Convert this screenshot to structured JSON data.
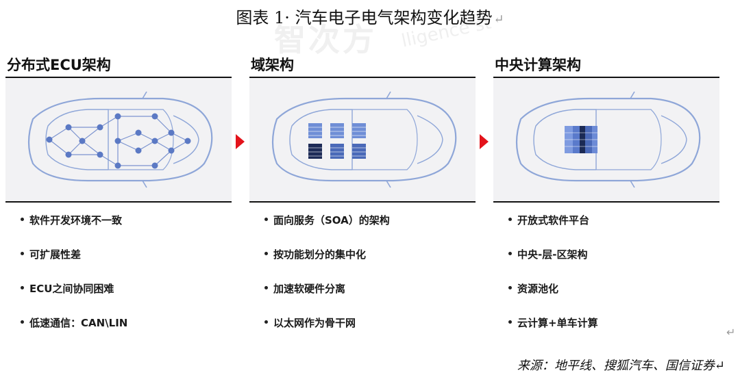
{
  "figure": {
    "title": "图表 1· 汽车电子电气架构变化趋势",
    "paragraph_mark": "↵",
    "source": "来源：地平线、搜狐汽车、国信证券↵",
    "watermark_text": "智次方",
    "watermark_text2": "lligence st"
  },
  "columns": [
    {
      "heading": "分布式ECU架构",
      "bullets": [
        "软件开发环境不一致",
        "可扩展性差",
        "ECU之间协同困难",
        "低速通信：CAN\\LIN"
      ]
    },
    {
      "heading": "域架构",
      "bullets": [
        "面向服务（SOA）的架构",
        "按功能划分的集中化",
        "加速软硬件分离",
        "以太网作为骨干网"
      ]
    },
    {
      "heading": "中央计算架构",
      "bullets": [
        "开放式软件平台",
        "中央-层-区架构",
        "资源池化",
        "云计算+单车计算"
      ]
    }
  ],
  "colors": {
    "arrow": "#e3131b",
    "car_outline": "#8ea6d8",
    "node": "#5b79c4",
    "panel_bg": "#f2f2f4"
  },
  "icons": [
    "car-outline-icon",
    "ecu-node-icon",
    "domain-controller-icon",
    "central-computer-icon",
    "arrow-right-icon"
  ]
}
